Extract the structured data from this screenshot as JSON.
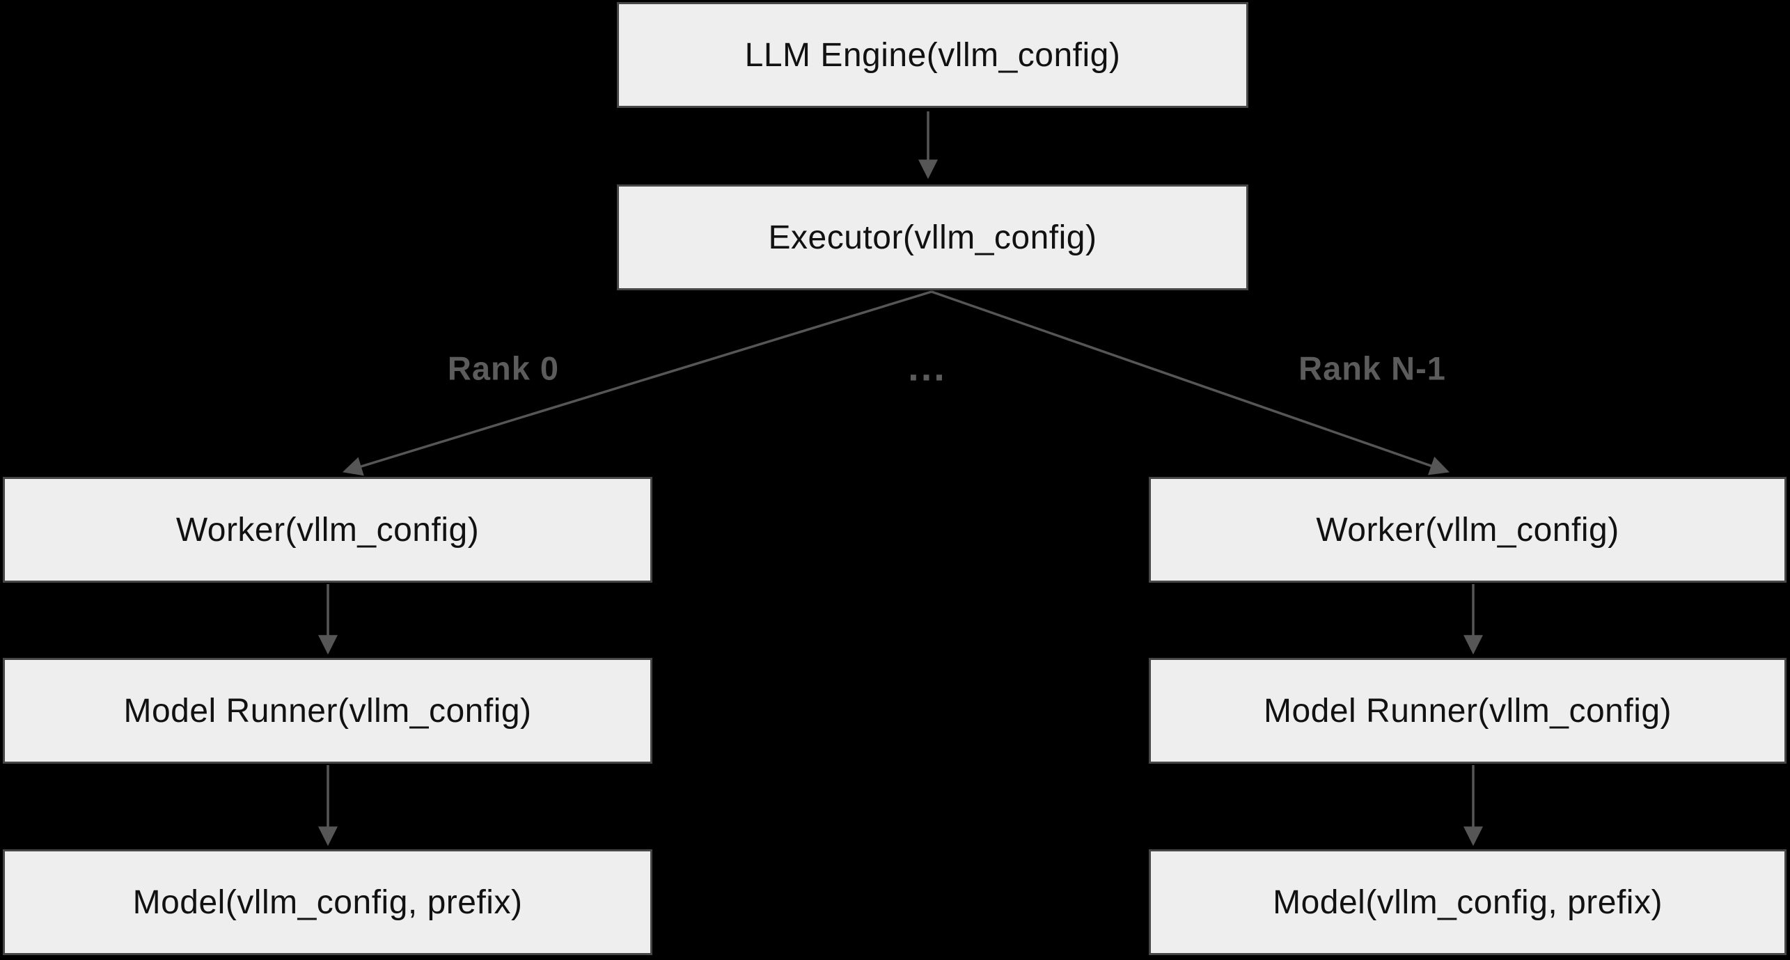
{
  "nodes": {
    "llm_engine": {
      "label": "LLM Engine(vllm_config)"
    },
    "executor": {
      "label": "Executor(vllm_config)"
    },
    "worker_left": {
      "label": "Worker(vllm_config)"
    },
    "model_runner_left": {
      "label": "Model Runner(vllm_config)"
    },
    "model_left": {
      "label": "Model(vllm_config, prefix)"
    },
    "worker_right": {
      "label": "Worker(vllm_config)"
    },
    "model_runner_right": {
      "label": "Model Runner(vllm_config)"
    },
    "model_right": {
      "label": "Model(vllm_config, prefix)"
    }
  },
  "edge_labels": {
    "rank_0": "Rank 0",
    "ellipsis": "...",
    "rank_n_minus_1": "Rank N-1"
  },
  "colors": {
    "background": "#000000",
    "node_fill": "#eeeeee",
    "node_border": "#474747",
    "node_text": "#111111",
    "arrow": "#565656",
    "edge_label_text": "#5c5c5c"
  }
}
